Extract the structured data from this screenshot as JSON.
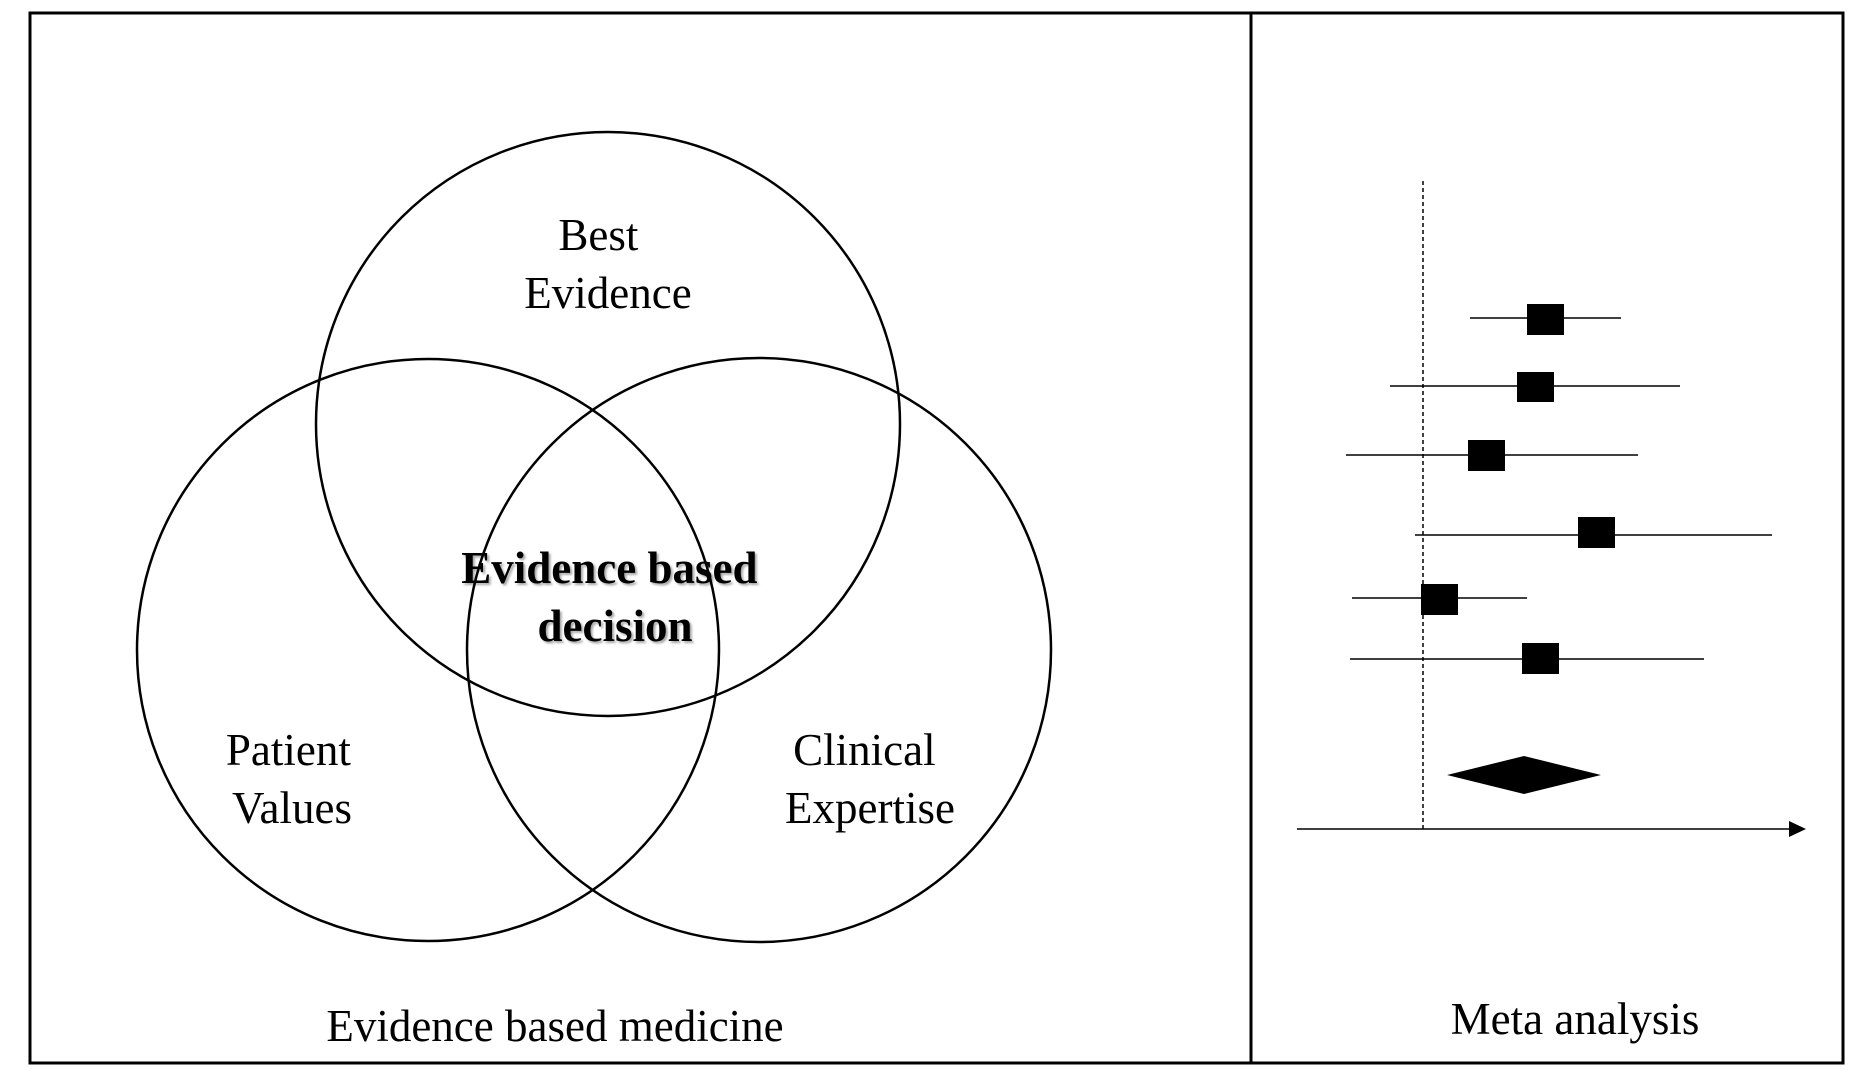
{
  "left_panel": {
    "caption": "Evidence based medicine",
    "venn": {
      "top_circle_label": [
        "Best",
        "Evidence"
      ],
      "left_circle_label": [
        "Patient",
        "Values"
      ],
      "right_circle_label": [
        "Clinical",
        "Expertise"
      ],
      "intersection_label": [
        "Evidence based",
        "decision"
      ]
    }
  },
  "right_panel": {
    "caption": "Meta analysis",
    "forest_plot": {
      "study_count": 6,
      "has_pooled_estimate_diamond": true,
      "has_null_reference_line": true,
      "has_axis_arrow": true
    }
  },
  "colors": {
    "stroke": "#000000",
    "background": "#ffffff",
    "marker_fill": "#000000"
  }
}
